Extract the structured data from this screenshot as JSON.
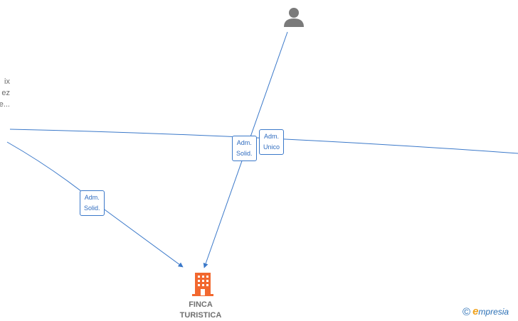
{
  "colors": {
    "edge": "#3a78c9",
    "company_icon": "#f2682f",
    "person_icon": "#7a7a7a",
    "text_gray": "#6b6b6b"
  },
  "left_fragments": [
    "ix",
    "ez",
    "e..."
  ],
  "edges": [
    {
      "label_line1": "Adm.",
      "label_line2": "Solid."
    },
    {
      "label_line1": "Adm.",
      "label_line2": "Unico"
    },
    {
      "label_line1": "Adm.",
      "label_line2": "Solid."
    }
  ],
  "nodes": {
    "person": {
      "icon": "person-icon"
    },
    "company": {
      "icon": "building-icon",
      "name_line1": "FINCA",
      "name_line2": "TURISTICA"
    }
  },
  "brand": {
    "copyright": "©",
    "logo_initial": "e",
    "logo_rest": "mpresia"
  }
}
